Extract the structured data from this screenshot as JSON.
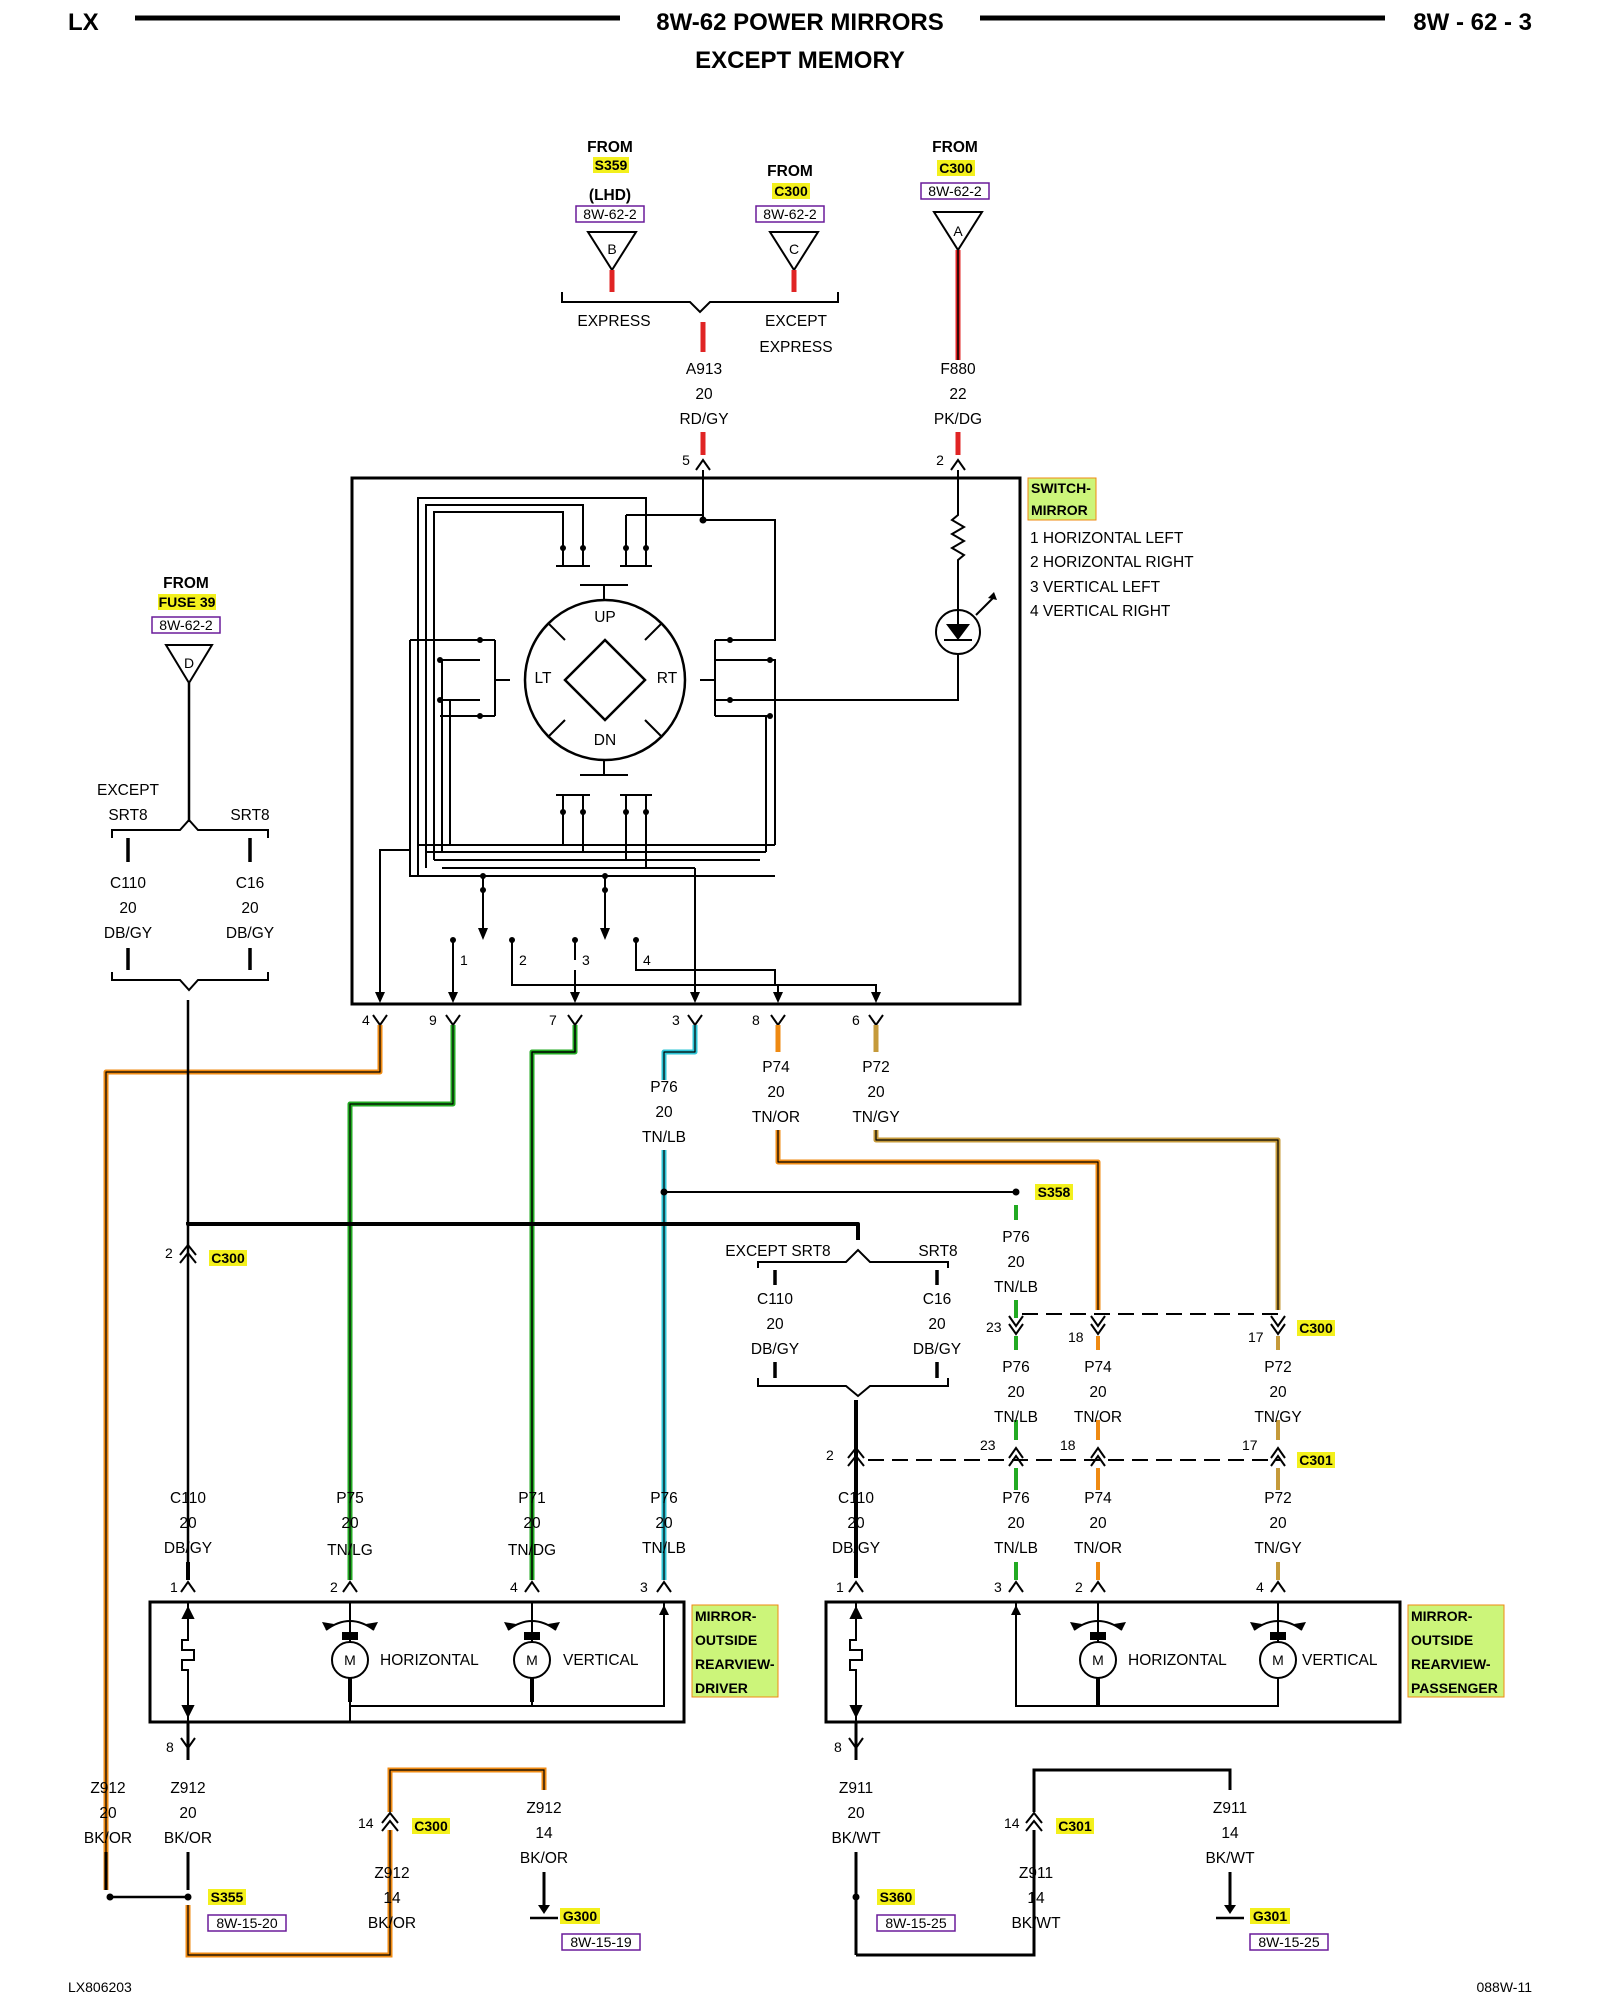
{
  "header": {
    "left": "LX",
    "title": "8W-62 POWER MIRRORS",
    "subtitle": "EXCEPT MEMORY",
    "right": "8W - 62 - 3"
  },
  "footer": {
    "left": "LX806203",
    "right": "088W-11"
  },
  "colors": {
    "line": "#000000",
    "red": "#e02424",
    "orange": "#ef8a12",
    "green": "#22aa22",
    "cyan": "#2ec4d6",
    "tan": "#c59a3a",
    "highlight_yellow": "#f3f01c",
    "highlight_green": "#ccf57a",
    "ref_purple": "#6a1b9a"
  },
  "sources": {
    "s359": {
      "from": "FROM",
      "splice": "S359",
      "note": "(LHD)",
      "ref": "8W-62-2",
      "pin": "B"
    },
    "c300_c": {
      "from": "FROM",
      "conn": "C300",
      "ref": "8W-62-2",
      "pin": "C"
    },
    "c300_a": {
      "from": "FROM",
      "conn": "C300",
      "ref": "8W-62-2",
      "pin": "A"
    },
    "fuse39": {
      "from": "FROM",
      "fuse": "FUSE 39",
      "ref": "8W-62-2",
      "pin": "D"
    }
  },
  "options": {
    "express": "EXPRESS",
    "except": "EXCEPT",
    "express2": "EXPRESS",
    "except_srt8_a": "EXCEPT",
    "srt8_a1": "SRT8",
    "srt8_a2": "SRT8",
    "except_srt8_b": "EXCEPT SRT8",
    "srt8_b": "SRT8"
  },
  "wires": {
    "a913": [
      "A913",
      "20",
      "RD/GY"
    ],
    "f880": [
      "F880",
      "22",
      "PK/DG"
    ],
    "c110_top": [
      "C110",
      "20",
      "DB/GY"
    ],
    "c16_top": [
      "C16",
      "20",
      "DB/GY"
    ],
    "p76_a": [
      "P76",
      "20",
      "TN/LB"
    ],
    "p74_a": [
      "P74",
      "20",
      "TN/OR"
    ],
    "p72_a": [
      "P72",
      "20",
      "TN/GY"
    ],
    "p76_b": [
      "P76",
      "20",
      "TN/LB"
    ],
    "c110_mid": [
      "C110",
      "20",
      "DB/GY"
    ],
    "c16_mid": [
      "C16",
      "20",
      "DB/GY"
    ],
    "p76_c": [
      "P76",
      "20",
      "TN/LB"
    ],
    "p74_c": [
      "P74",
      "20",
      "TN/OR"
    ],
    "p72_c": [
      "P72",
      "20",
      "TN/GY"
    ],
    "c110_d": [
      "C110",
      "20",
      "DB/GY"
    ],
    "p75_d": [
      "P75",
      "20",
      "TN/LG"
    ],
    "p71_d": [
      "P71",
      "20",
      "TN/DG"
    ],
    "p76_d": [
      "P76",
      "20",
      "TN/LB"
    ],
    "c110_p": [
      "C110",
      "20",
      "DB/GY"
    ],
    "p76_p": [
      "P76",
      "20",
      "TN/LB"
    ],
    "p74_p": [
      "P74",
      "20",
      "TN/OR"
    ],
    "p72_p": [
      "P72",
      "20",
      "TN/GY"
    ],
    "z912_a": [
      "Z912",
      "20",
      "BK/OR"
    ],
    "z912_b": [
      "Z912",
      "20",
      "BK/OR"
    ],
    "z912_c": [
      "Z912",
      "14",
      "BK/OR"
    ],
    "z912_d": [
      "Z912",
      "14",
      "BK/OR"
    ],
    "z911_a": [
      "Z911",
      "20",
      "BK/WT"
    ],
    "z911_c": [
      "Z911",
      "14",
      "BK/WT"
    ],
    "z911_d": [
      "Z911",
      "14",
      "BK/WT"
    ]
  },
  "switch": {
    "name1": "SWITCH-",
    "name2": "MIRROR",
    "legend": [
      "1 HORIZONTAL LEFT",
      "2 HORIZONTAL RIGHT",
      "3 VERTICAL LEFT",
      "4 VERTICAL RIGHT"
    ],
    "up": "UP",
    "dn": "DN",
    "lt": "LT",
    "rt": "RT",
    "in_pins": [
      "5",
      "2"
    ],
    "out_pins": [
      "4",
      "9",
      "7",
      "3",
      "8",
      "6"
    ],
    "internal": [
      "1",
      "2",
      "3",
      "4"
    ]
  },
  "connectors": {
    "c300": "C300",
    "c301": "C301",
    "s358": "S358",
    "s355": "S355",
    "s360": "S360",
    "g300": "G300",
    "g301": "G301",
    "ref_s355": "8W-15-20",
    "ref_g300": "8W-15-19",
    "ref_s360": "8W-15-25",
    "ref_g301": "8W-15-25"
  },
  "pins": {
    "c300_left": "2",
    "c300_right": [
      "23",
      "18",
      "17"
    ],
    "c301_right": [
      "2",
      "23",
      "18",
      "17"
    ],
    "drv": [
      "1",
      "2",
      "4",
      "3",
      "8"
    ],
    "pass": [
      "1",
      "3",
      "2",
      "4",
      "8"
    ],
    "c300_g": "14",
    "c301_g": "14"
  },
  "mirrors": {
    "driver": {
      "name": [
        "MIRROR-",
        "OUTSIDE",
        "REARVIEW-",
        "DRIVER"
      ],
      "horizontal": "HORIZONTAL",
      "vertical": "VERTICAL",
      "motor": "M"
    },
    "passenger": {
      "name": [
        "MIRROR-",
        "OUTSIDE",
        "REARVIEW-",
        "PASSENGER"
      ],
      "horizontal": "HORIZONTAL",
      "vertical": "VERTICAL",
      "motor": "M"
    }
  }
}
